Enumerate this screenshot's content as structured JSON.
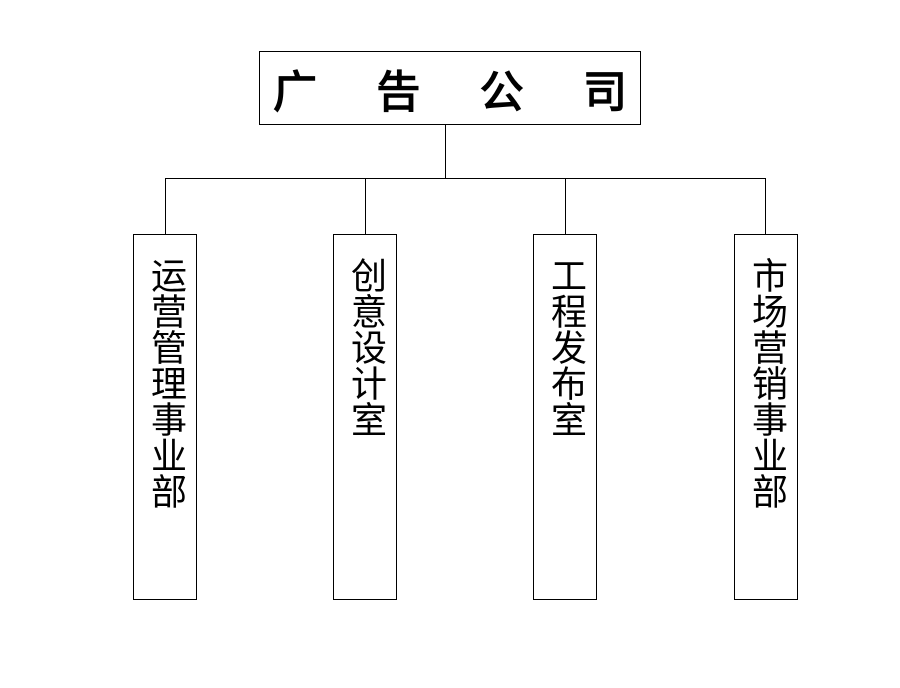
{
  "diagram": {
    "root": {
      "label": "广 告 公 司"
    },
    "children": [
      {
        "label": "运营管理事业部"
      },
      {
        "label": "创意设计室"
      },
      {
        "label": "工程发布室"
      },
      {
        "label": "市场营销事业部"
      }
    ]
  }
}
